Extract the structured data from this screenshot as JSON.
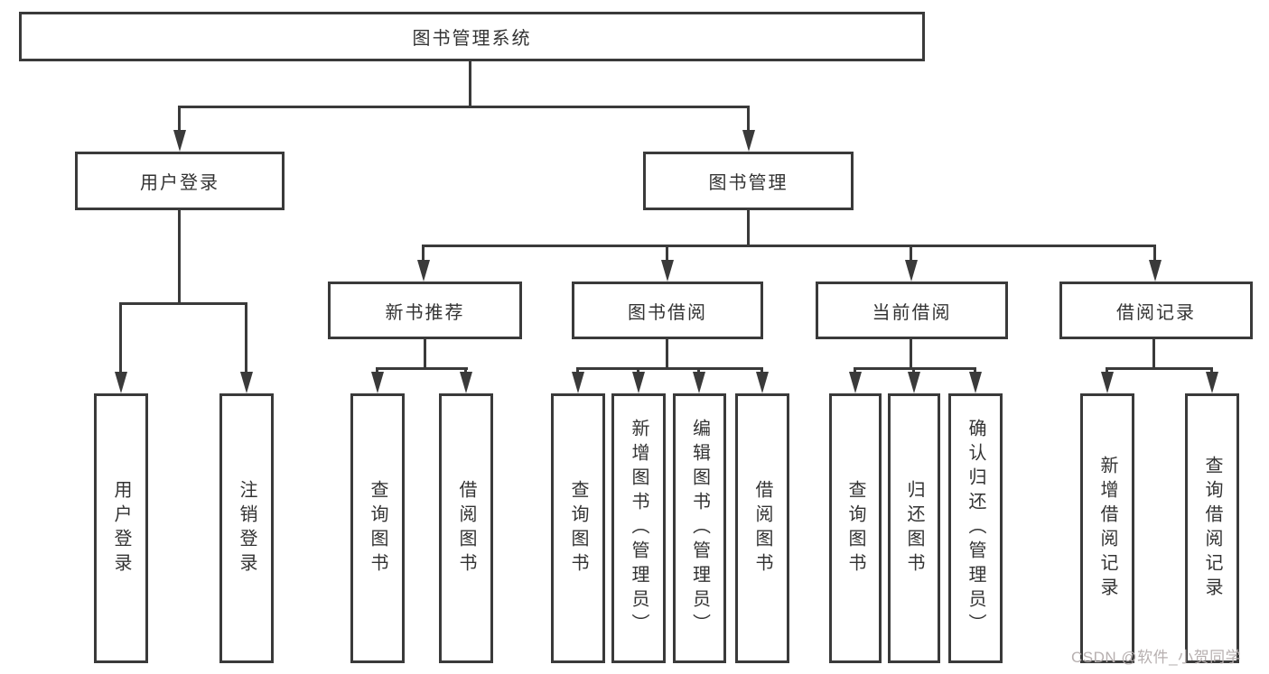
{
  "colors": {
    "line": "#3a3a3a",
    "text": "#333333",
    "bg": "#ffffff",
    "watermark": "#b7b0b0"
  },
  "tree": {
    "root": "图书管理系统",
    "user_login": {
      "label": "用户登录",
      "children": [
        {
          "label": "用户登录"
        },
        {
          "label": "注销登录"
        }
      ]
    },
    "book_mgmt": {
      "label": "图书管理",
      "sections": [
        {
          "label": "新书推荐",
          "children": [
            {
              "label": "查询图书"
            },
            {
              "label": "借阅图书"
            }
          ]
        },
        {
          "label": "图书借阅",
          "children": [
            {
              "label": "查询图书"
            },
            {
              "label": "新增图书（管理员）"
            },
            {
              "label": "编辑图书（管理员）"
            },
            {
              "label": "借阅图书"
            }
          ]
        },
        {
          "label": "当前借阅",
          "children": [
            {
              "label": "查询图书"
            },
            {
              "label": "归还图书"
            },
            {
              "label": "确认归还（管理员）"
            }
          ]
        },
        {
          "label": "借阅记录",
          "children": [
            {
              "label": "新增借阅记录"
            },
            {
              "label": "查询借阅记录"
            }
          ]
        }
      ]
    }
  },
  "watermark": "CSDN @软件_小贺同学"
}
